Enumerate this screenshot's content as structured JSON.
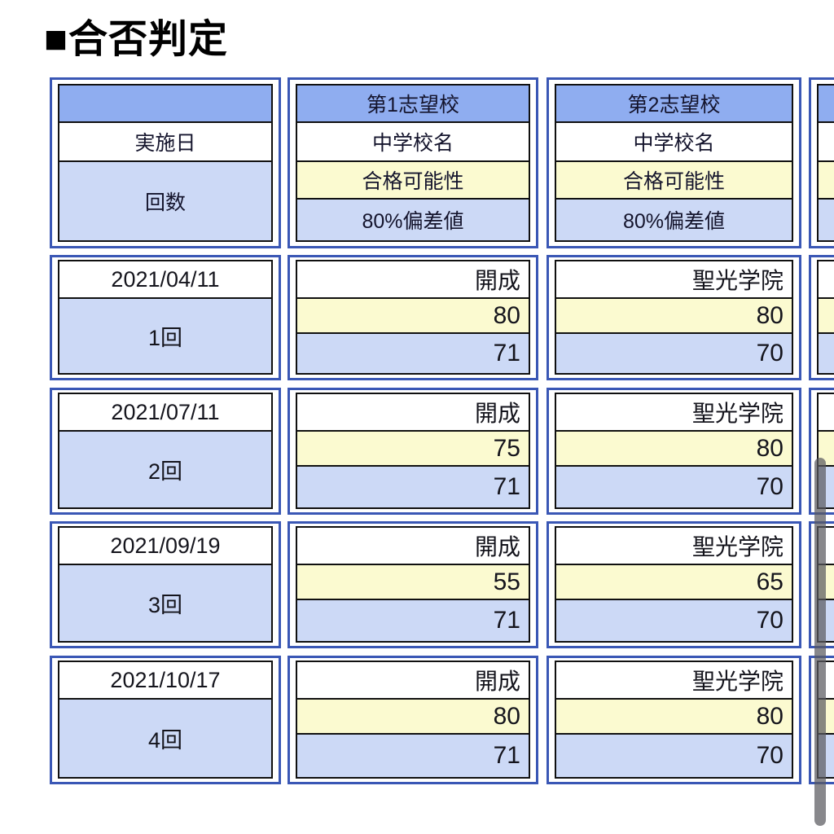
{
  "title": "■合否判定",
  "colors": {
    "header_blue": "#8fadf0",
    "light_blue": "#ccd9f6",
    "highlight_yellow": "#fbfad0",
    "outer_border_blue": "#3a57b5",
    "cell_border": "#101010",
    "scrollbar_gray": "#5a5a60"
  },
  "table": {
    "header": {
      "corner_label": "",
      "exec_date_label": "実施日",
      "round_label": "回数",
      "choice_columns": [
        {
          "label": "第1志望校",
          "school_label": "中学校名",
          "prob_label": "合格可能性",
          "dev_label": "80%偏差値"
        },
        {
          "label": "第2志望校",
          "school_label": "中学校名",
          "prob_label": "合格可能性",
          "dev_label": "80%偏差値"
        },
        {
          "label": "",
          "school_label": "",
          "prob_label": "",
          "dev_label": ""
        }
      ]
    },
    "rows": [
      {
        "date": "2021/04/11",
        "round": "1回",
        "schools": [
          {
            "name": "開成",
            "probability": "80",
            "deviation": "71"
          },
          {
            "name": "聖光学院",
            "probability": "80",
            "deviation": "70"
          },
          {
            "name": "",
            "probability": "",
            "deviation": ""
          }
        ]
      },
      {
        "date": "2021/07/11",
        "round": "2回",
        "schools": [
          {
            "name": "開成",
            "probability": "75",
            "deviation": "71"
          },
          {
            "name": "聖光学院",
            "probability": "80",
            "deviation": "70"
          },
          {
            "name": "",
            "probability": "",
            "deviation": ""
          }
        ]
      },
      {
        "date": "2021/09/19",
        "round": "3回",
        "schools": [
          {
            "name": "開成",
            "probability": "55",
            "deviation": "71"
          },
          {
            "name": "聖光学院",
            "probability": "65",
            "deviation": "70"
          },
          {
            "name": "",
            "probability": "",
            "deviation": ""
          }
        ]
      },
      {
        "date": "2021/10/17",
        "round": "4回",
        "schools": [
          {
            "name": "開成",
            "probability": "80",
            "deviation": "71"
          },
          {
            "name": "聖光学院",
            "probability": "80",
            "deviation": "70"
          },
          {
            "name": "",
            "probability": "",
            "deviation": ""
          }
        ]
      }
    ]
  }
}
